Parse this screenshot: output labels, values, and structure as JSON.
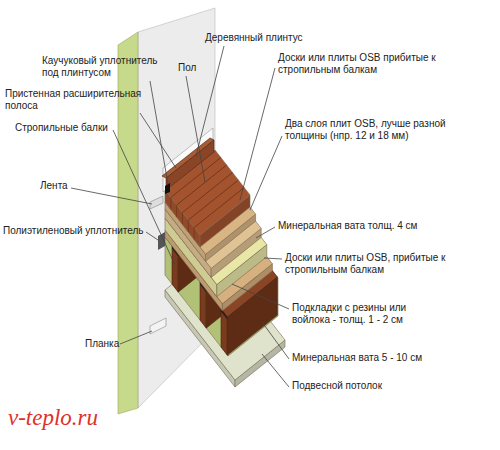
{
  "diagram": {
    "labels": [
      "Каучуковый уплотнитель под плинтусом",
      "Пол",
      "Деревянный плинтус",
      "Пристенная расширительная полоса",
      "Доски или плиты OSB прибитые к стропильным балкам",
      "Стропильные балки",
      "Два слоя плит OSB, лучше разной толщины (нпр. 12 и 18 мм)",
      "Лента",
      "Полиэтиленовый уплотнитель",
      "Минеральная вата толщ. 4 см",
      "Доски или плиты OSB, прибитые к стропильным балкам",
      "Подкладки с резины или войлока - толщ. 1 - 2 см",
      "Планка",
      "Минеральная вата 5 - 10 см",
      "Подвесной потолок",
      "v-teplo.ru"
    ]
  }
}
